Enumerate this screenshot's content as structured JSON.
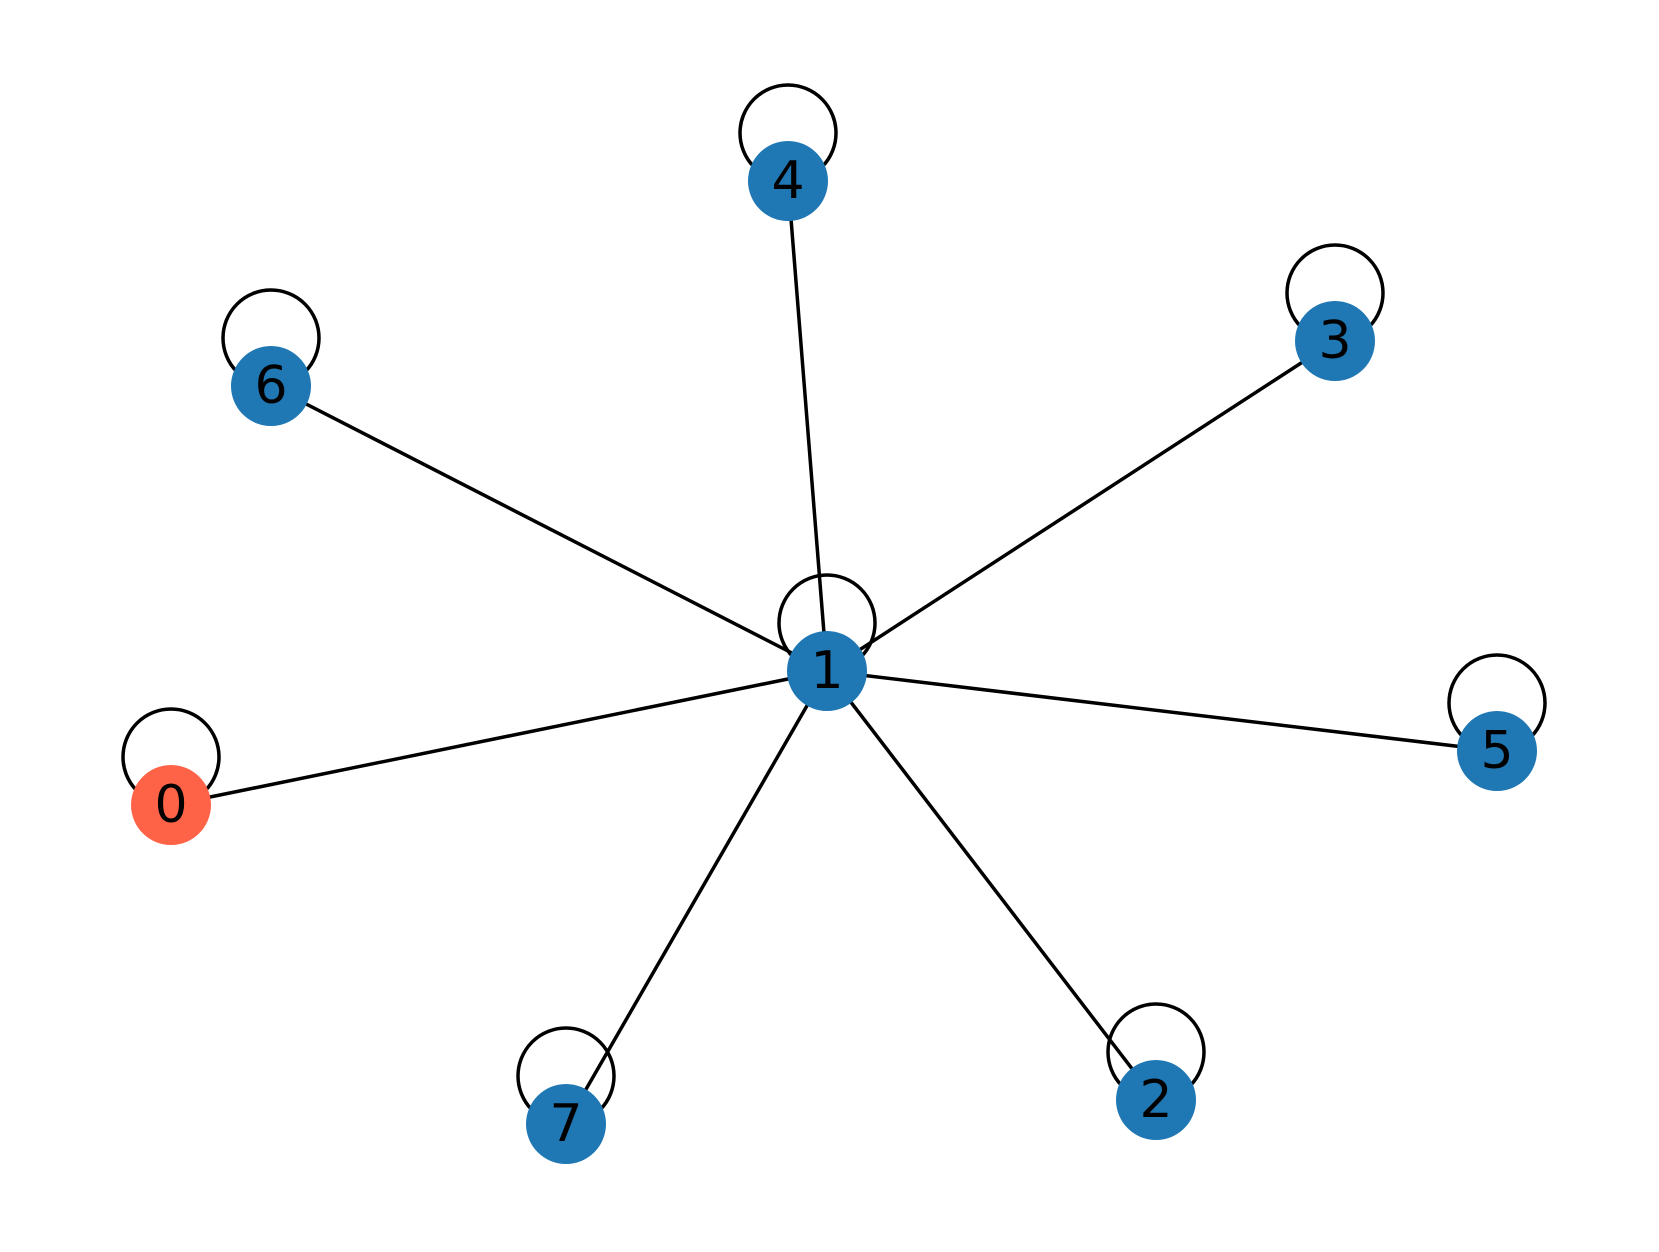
{
  "graph": {
    "nodes": [
      {
        "id": "0",
        "label": "0",
        "color": "#ff6347",
        "self_loop": true
      },
      {
        "id": "1",
        "label": "1",
        "color": "#1f77b4",
        "self_loop": true
      },
      {
        "id": "2",
        "label": "2",
        "color": "#1f77b4",
        "self_loop": true
      },
      {
        "id": "3",
        "label": "3",
        "color": "#1f77b4",
        "self_loop": true
      },
      {
        "id": "4",
        "label": "4",
        "color": "#1f77b4",
        "self_loop": true
      },
      {
        "id": "5",
        "label": "5",
        "color": "#1f77b4",
        "self_loop": true
      },
      {
        "id": "6",
        "label": "6",
        "color": "#1f77b4",
        "self_loop": true
      },
      {
        "id": "7",
        "label": "7",
        "color": "#1f77b4",
        "self_loop": true
      }
    ],
    "edges": [
      {
        "source": "1",
        "target": "0"
      },
      {
        "source": "1",
        "target": "2"
      },
      {
        "source": "1",
        "target": "3"
      },
      {
        "source": "1",
        "target": "4"
      },
      {
        "source": "1",
        "target": "5"
      },
      {
        "source": "1",
        "target": "6"
      },
      {
        "source": "1",
        "target": "7"
      }
    ],
    "edge_color": "#000000"
  }
}
